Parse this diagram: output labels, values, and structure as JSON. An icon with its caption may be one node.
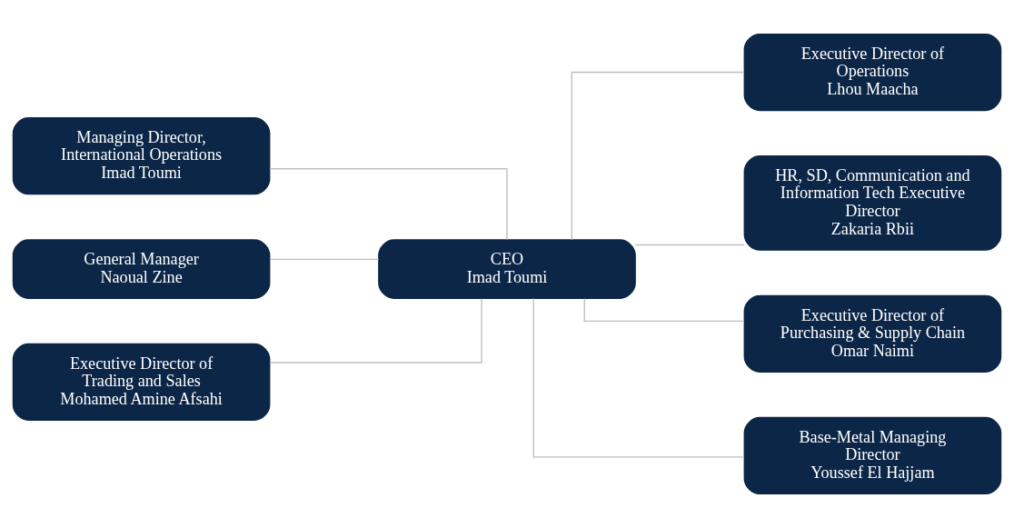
{
  "diagram": {
    "nodes": [
      {
        "text": [
          "Managing Director, International Operations",
          "Imad Toumi"
        ]
      },
      {
        "text": [
          "General Manager",
          "Naoual Zine"
        ]
      },
      {
        "text": [
          "Executive Director of Trading and Sales",
          "Mohamed Amine Afsahi"
        ]
      },
      {
        "text": [
          "CEO",
          "Imad Toumi"
        ]
      },
      {
        "text": [
          "Executive Director of Operations",
          "Lhou Maacha"
        ]
      },
      {
        "text": [
          "HR, SD, Communication and Information Tech Executive Director",
          "Zakaria Rbii"
        ]
      },
      {
        "text": [
          "Executive Director of Purchasing & Supply Chain",
          "Omar Naimi"
        ]
      },
      {
        "text": [
          "Base-Metal Managing Director",
          "Youssef El Hajjam"
        ]
      }
    ],
    "edges": [
      {
        "from": 3,
        "to": 0,
        "arrow": "none"
      },
      {
        "from": 3,
        "to": 1,
        "arrow": "none"
      },
      {
        "from": 3,
        "to": 2,
        "arrow": "none"
      },
      {
        "from": 3,
        "to": 4,
        "arrow": "none"
      },
      {
        "from": 3,
        "to": 5,
        "arrow": "none"
      },
      {
        "from": 3,
        "to": 6,
        "arrow": "none"
      },
      {
        "from": 3,
        "to": 7,
        "arrow": "none"
      }
    ]
  }
}
